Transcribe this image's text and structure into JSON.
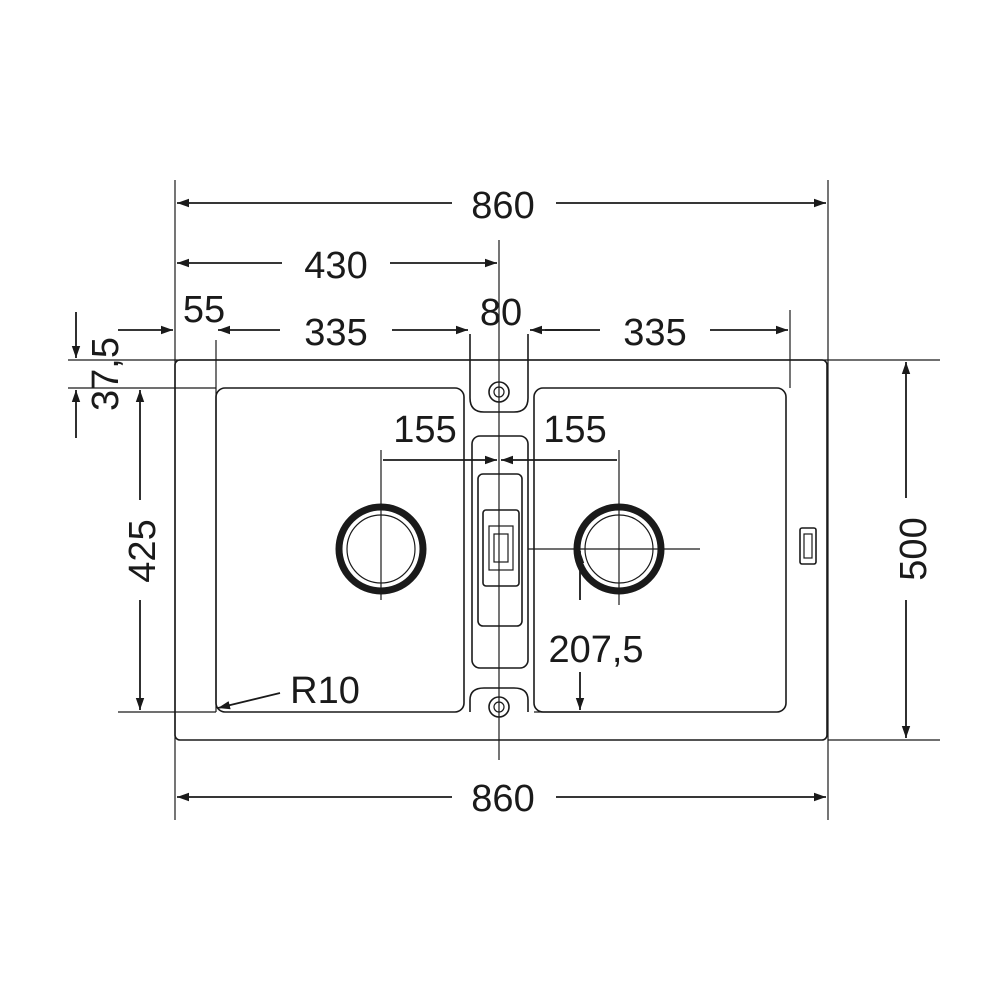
{
  "dimensions": {
    "total_width_top": "860",
    "half_width": "430",
    "left_margin": "55",
    "left_bowl_width": "335",
    "center_width": "80",
    "right_bowl_width": "335",
    "top_offset": "37,5",
    "bowl_depth": "425",
    "total_depth": "500",
    "drain_offset_left": "155",
    "drain_offset_right": "155",
    "drain_depth_offset": "207,5",
    "corner_radius": "R10",
    "total_width_bottom": "860"
  }
}
